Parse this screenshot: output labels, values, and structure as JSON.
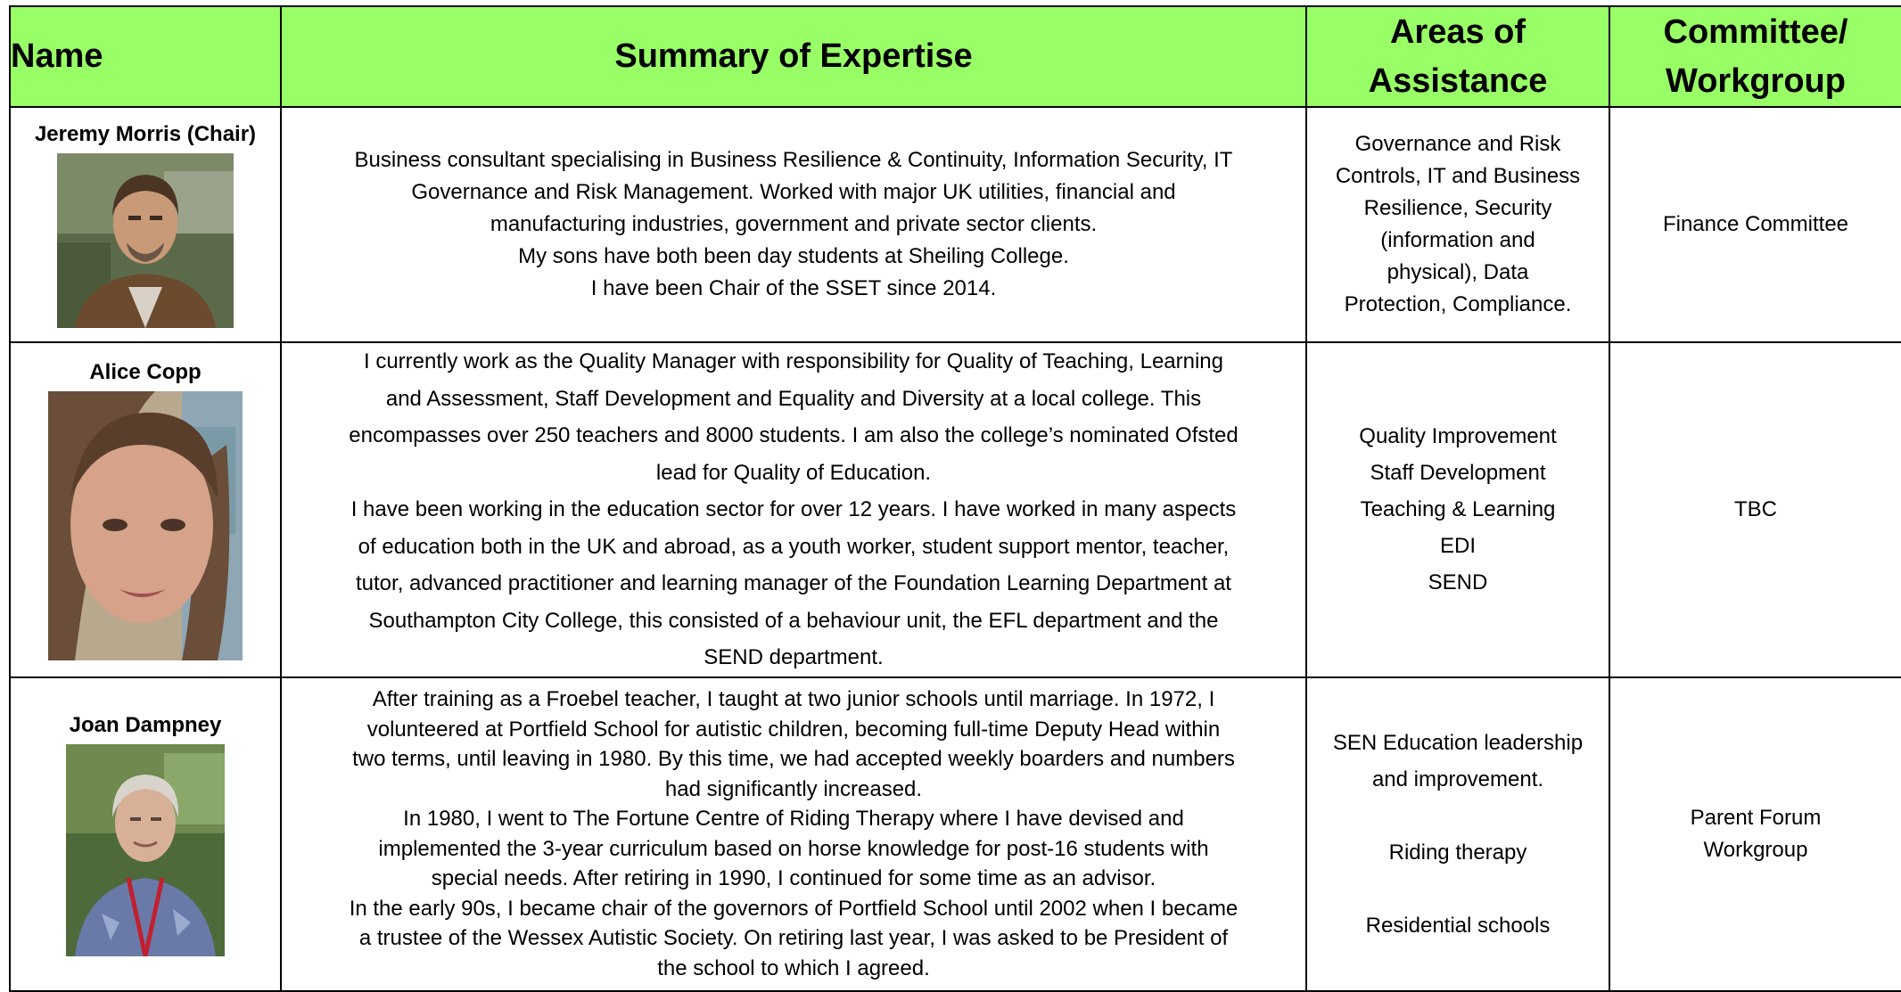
{
  "headers": {
    "name": "Name",
    "summary": "Summary of Expertise",
    "areas_line1": "Areas of",
    "areas_line2": "Assistance",
    "committee_line1": "Committee/",
    "committee_line2": "Workgroup"
  },
  "colors": {
    "header_bg": "#99ff66",
    "border": "#000000"
  },
  "trustees": [
    {
      "name": "Jeremy Morris (Chair)",
      "photo_icon": "portrait-man-photo",
      "summary": [
        "Business consultant specialising in Business Resilience & Continuity, Information Security, IT",
        "Governance and Risk Management. Worked with major UK utilities, financial and",
        "manufacturing industries, government and private sector clients.",
        "My sons have both been day students at Sheiling College.",
        "I have been Chair of the SSET since 2014."
      ],
      "areas": [
        "Governance and Risk",
        "Controls, IT and Business",
        "Resilience, Security",
        "(information and",
        "physical), Data",
        "Protection, Compliance."
      ],
      "committee": [
        "Finance Committee"
      ]
    },
    {
      "name": "Alice Copp",
      "photo_icon": "portrait-woman-photo",
      "summary": [
        "I currently work as the Quality Manager with responsibility for Quality of Teaching, Learning",
        "and Assessment, Staff Development and Equality and Diversity at a local college. This",
        "encompasses over 250 teachers and 8000 students. I am also the college’s nominated Ofsted",
        "lead for Quality of Education.",
        "I have been working in the education sector for over 12 years. I have worked in many aspects",
        "of education both in the UK and abroad, as a youth worker, student support mentor, teacher,",
        "tutor, advanced practitioner and learning manager of the Foundation Learning Department at",
        "Southampton City College, this consisted of a behaviour unit, the EFL department and the",
        "SEND department."
      ],
      "areas": [
        "Quality Improvement",
        "Staff Development",
        "Teaching & Learning",
        "EDI",
        "SEND"
      ],
      "committee": [
        "TBC"
      ]
    },
    {
      "name": "Joan Dampney",
      "photo_icon": "portrait-elderly-woman-photo",
      "summary": [
        "After training as a Froebel teacher, I taught at two junior schools until marriage.  In 1972, I",
        "volunteered at Portfield School for autistic children, becoming full-time Deputy Head within",
        "two terms, until leaving in 1980.  By this time, we had accepted weekly boarders and numbers",
        "had significantly increased.",
        "In 1980, I went to The Fortune Centre of Riding Therapy where I have devised and",
        "implemented the 3-year curriculum based on horse knowledge for post-16 students with",
        "special needs.  After retiring in 1990, I continued for some time as an advisor.",
        "In the early 90s, I became chair of the governors of Portfield School until 2002 when I became",
        "a trustee of the Wessex Autistic Society.  On retiring last year, I was asked to be President of",
        "the school to which I agreed."
      ],
      "areas": [
        "SEN Education leadership",
        "and improvement.",
        "",
        "Riding therapy",
        "",
        "Residential schools"
      ],
      "committee": [
        "Parent Forum",
        "Workgroup"
      ]
    }
  ]
}
